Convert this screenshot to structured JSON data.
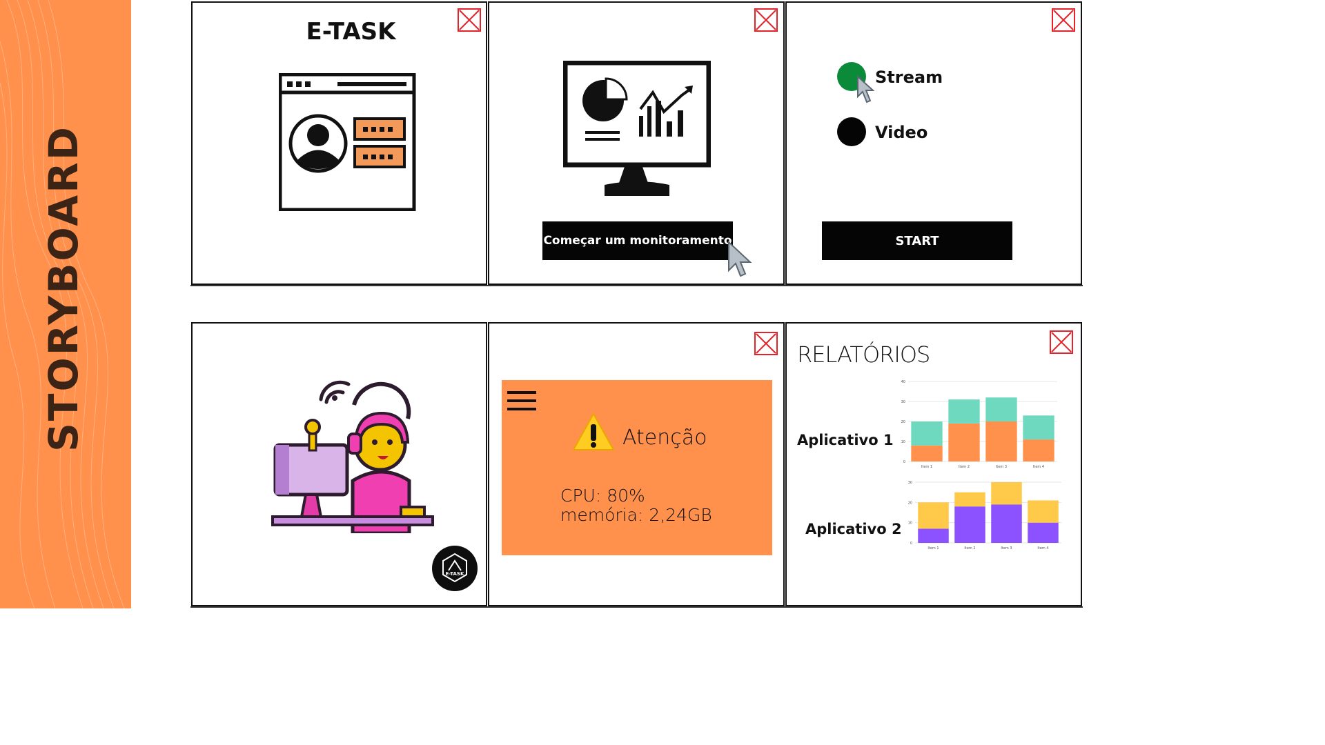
{
  "sidebar": {
    "title": "STORYBOARD",
    "color": "#ff914d",
    "title_color": "#3b2316"
  },
  "panel1": {
    "title": "E-TASK",
    "icon": "profile-window-icon"
  },
  "panel2": {
    "button_label": "Começar um monitoramento",
    "icon": "dashboard-monitor-icon"
  },
  "panel3": {
    "options": [
      {
        "label": "Stream",
        "color": "#0b8a3a",
        "selected": true
      },
      {
        "label": "Video",
        "color": "#050505",
        "selected": false
      }
    ],
    "start_label": "START"
  },
  "panel4": {
    "illustration": "streamer-at-computer-icon",
    "logo_text": "E-TASK"
  },
  "panel5": {
    "alert_title": "Atenção",
    "cpu_text": "CPU: 80%",
    "memory_text": "memória: 2,24GB",
    "alert_bg": "#ff914d"
  },
  "panel6": {
    "title": "RELATÓRIOS",
    "app1_label": "Aplicativo 1",
    "app2_label": "Aplicativo 2"
  },
  "chart_data": [
    {
      "type": "bar",
      "stacked": true,
      "categories": [
        "Item 1",
        "Item 2",
        "Item 3",
        "Item 4"
      ],
      "ylim": [
        0,
        40
      ],
      "yticks": [
        "0",
        "10",
        "20",
        "30",
        "40"
      ],
      "series": [
        {
          "color": "#ff914d",
          "values": [
            8,
            19,
            20,
            11
          ]
        },
        {
          "color": "#6fd9bf",
          "values": [
            12,
            12,
            12,
            12
          ]
        }
      ]
    },
    {
      "type": "bar",
      "stacked": true,
      "categories": [
        "Item 1",
        "Item 2",
        "Item 3",
        "Item 4"
      ],
      "ylim": [
        0,
        30
      ],
      "yticks": [
        "0",
        "10",
        "20",
        "30"
      ],
      "series": [
        {
          "color": "#8c52ff",
          "values": [
            7,
            18,
            19,
            10
          ]
        },
        {
          "color": "#ffc94a",
          "values": [
            13,
            7,
            11,
            11
          ]
        }
      ]
    }
  ]
}
